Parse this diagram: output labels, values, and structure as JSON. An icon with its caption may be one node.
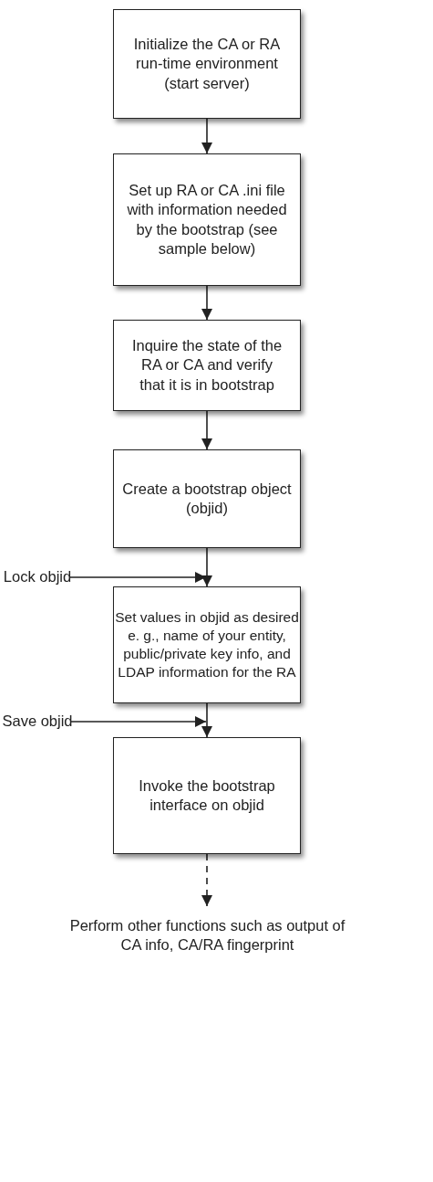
{
  "diagram": {
    "nodes": [
      {
        "text": [
          "Initialize the CA or RA run-time environment (start server)"
        ]
      },
      {
        "text": [
          "Set up RA or CA .ini file with information needed by the bootstrap (see sample below)"
        ]
      },
      {
        "text": [
          "Inquire the state of the RA or CA and verify that it is in bootstrap"
        ]
      },
      {
        "text": [
          "Create a bootstrap object (objid)"
        ]
      },
      {
        "text": [
          "Lock objid"
        ]
      },
      {
        "text": [
          "Set values in objid as desired e. g., name of your entity, public/private key info, and LDAP information for the RA"
        ]
      },
      {
        "text": [
          "Save objid"
        ]
      },
      {
        "text": [
          "Invoke the bootstrap interface on objid"
        ]
      },
      {
        "text": [
          "Perform other functions such as output of CA info, CA/RA fingerprint"
        ]
      }
    ],
    "edges": [
      {
        "from": 0,
        "to": 1,
        "arrow": "to"
      },
      {
        "from": 1,
        "to": 2,
        "arrow": "to"
      },
      {
        "from": 2,
        "to": 3,
        "arrow": "to"
      },
      {
        "from": 3,
        "to": 5,
        "arrow": "to"
      },
      {
        "from": 4,
        "to": 5,
        "arrow": "to"
      },
      {
        "from": 5,
        "to": 7,
        "arrow": "to"
      },
      {
        "from": 6,
        "to": 7,
        "arrow": "to"
      },
      {
        "from": 7,
        "to": 8,
        "arrow": "to",
        "style": "dashed"
      }
    ]
  }
}
